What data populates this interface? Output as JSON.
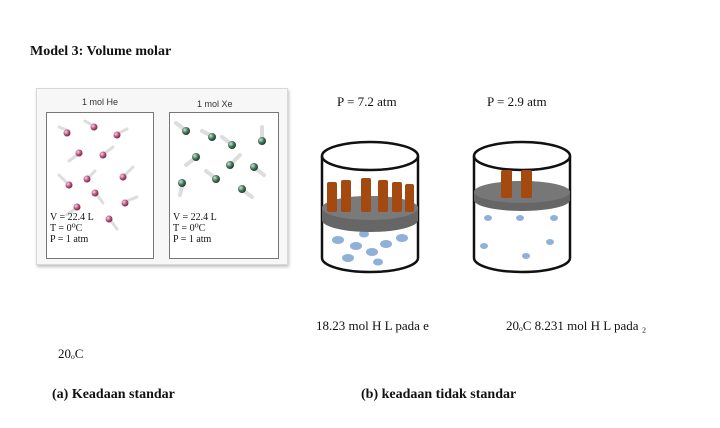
{
  "title": "Model 3: Volume molar",
  "left_panel": {
    "he": {
      "label": "1 mol He",
      "volume": "V = 22.4 L",
      "temp": "T = 0⁰C",
      "pressure": "P = 1 atm"
    },
    "xe": {
      "label": "1 mol Xe",
      "volume": "V = 22.4 L",
      "temp": "T =  0⁰C",
      "pressure": "P = 1 atm"
    }
  },
  "cyl1": {
    "pressure": "P = 7.2 atm",
    "caption": "18.23 mol H  L pada e"
  },
  "cyl2": {
    "pressure": "P = 2.9 atm",
    "caption": "20ₒC 8.231 mol H L pada ₂"
  },
  "stray_temp": "20ₒC",
  "label_a": "(a) Keadaan standar",
  "label_b": "(b) keadaan tidak standar",
  "colors": {
    "piston": "#a44a10",
    "gas": "#8fb0d8",
    "plate": "#666666"
  },
  "icons": [
    "he-particle-icon",
    "xe-particle-icon",
    "cylinder-icon"
  ]
}
